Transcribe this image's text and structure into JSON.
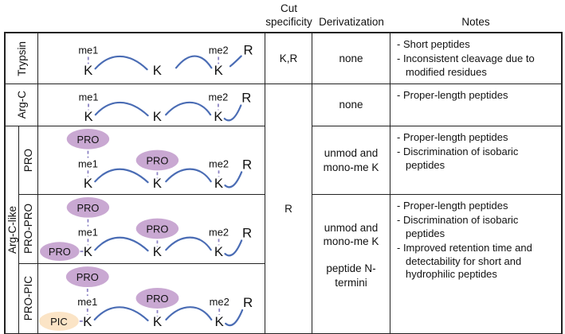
{
  "header": {
    "cut_line1": "Cut",
    "cut_line2": "specificity",
    "derivatization": "Derivatization",
    "notes": "Notes"
  },
  "labels": {
    "trypsin": "Trypsin",
    "argc": "Arg-C",
    "argc_like": "Arg-C-like",
    "pro": "PRO",
    "pro_pro": "PRO-PRO",
    "pro_pic": "PRO-PIC"
  },
  "glyphs": {
    "me1": "me1",
    "me2": "me2",
    "k": "K",
    "r": "R",
    "pro": "PRO",
    "pic": "PIC"
  },
  "colors": {
    "chain_blue": "#4a6cb4",
    "dash_purple": "#8b82c3",
    "pro_lavender": "#c9a8d2",
    "pic_peach": "#fbe4c6",
    "border": "#222222"
  },
  "rows": {
    "trypsin": {
      "cut": "K,R",
      "deriv": "none",
      "notes": [
        "- Short peptides",
        "- Inconsistent cleavage due to modified residues"
      ]
    },
    "argc": {
      "deriv": "none",
      "notes": [
        "- Proper-length peptides"
      ]
    },
    "argc_like_cut": "R",
    "pro": {
      "deriv": "unmod and mono-me K",
      "notes": [
        "- Proper-length peptides",
        "- Discrimination of isobaric peptides"
      ]
    },
    "propro_propic": {
      "deriv1": "unmod and mono-me K",
      "deriv2": "peptide N-termini",
      "notes": [
        "- Proper-length peptides",
        "- Discrimination of isobaric peptides",
        "- Improved retention time and detectability for short and hydrophilic peptides"
      ]
    }
  }
}
